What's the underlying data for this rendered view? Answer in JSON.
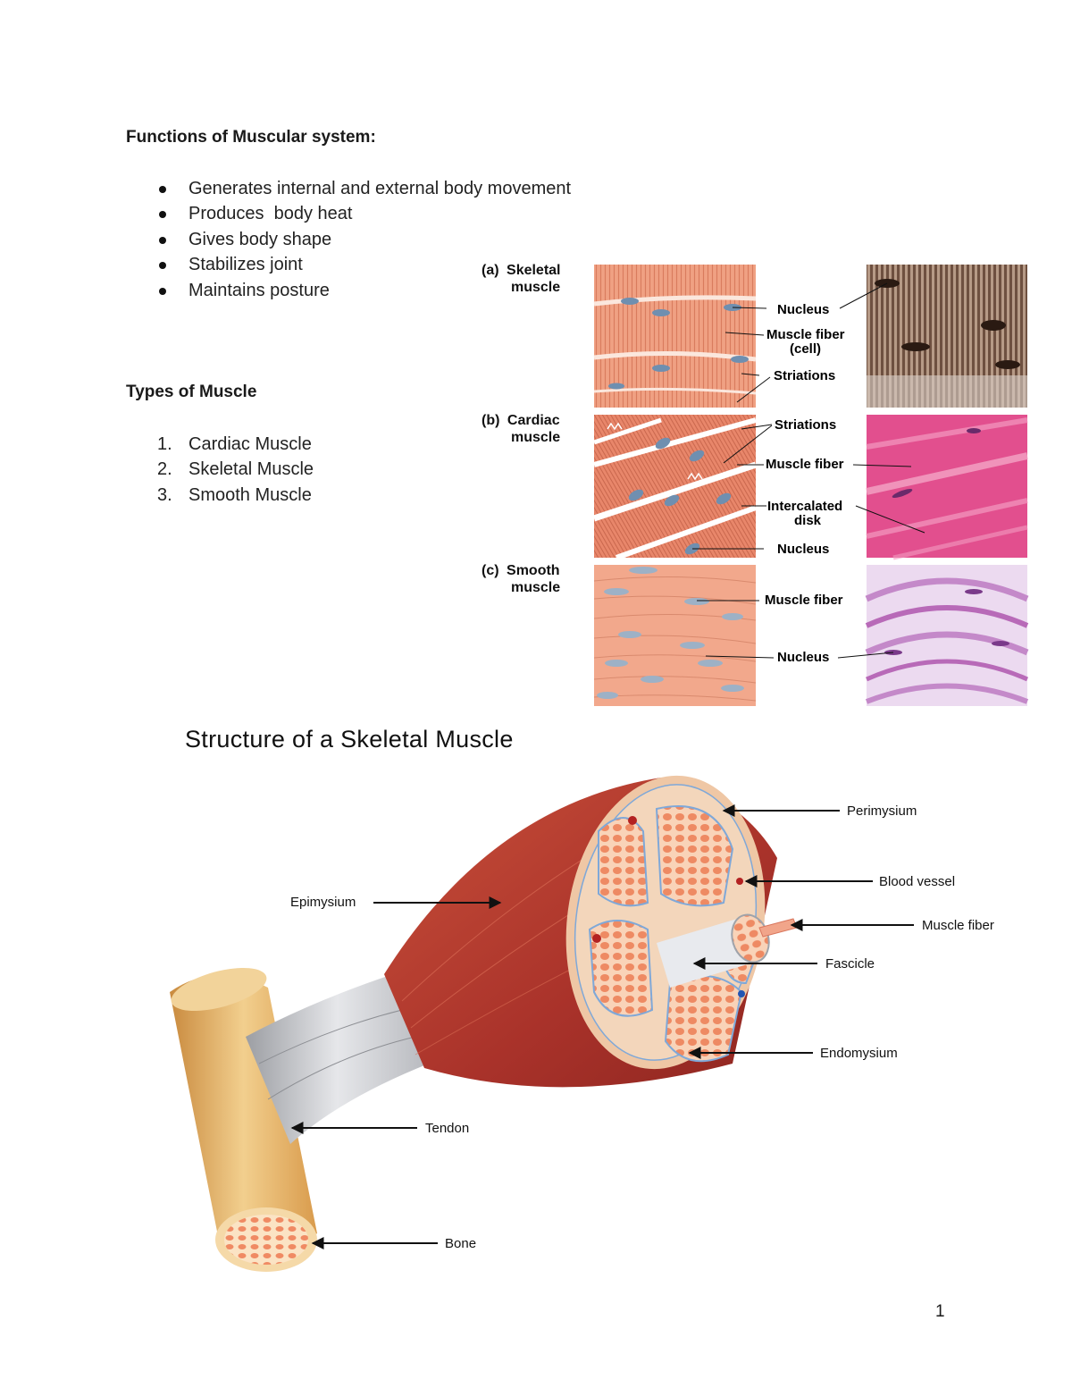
{
  "functions": {
    "heading": "Functions of Muscular system:",
    "items": [
      "Generates internal and external body movement",
      "Produces  body heat",
      "Gives body shape",
      "Stabilizes joint",
      "Maintains posture"
    ]
  },
  "types": {
    "heading": "Types of Muscle",
    "items": [
      {
        "num": "1.",
        "text": "Cardiac Muscle"
      },
      {
        "num": "2.",
        "text": "Skeletal Muscle"
      },
      {
        "num": "3.",
        "text": "Smooth Muscle"
      }
    ]
  },
  "muscle_panels": {
    "a": {
      "letter": "(a)",
      "line1": "Skeletal",
      "line2": "muscle",
      "labels": [
        "Nucleus",
        "Muscle fiber",
        "(cell)",
        "Striations"
      ]
    },
    "b": {
      "letter": "(b)",
      "line1": "Cardiac",
      "line2": "muscle",
      "labels": [
        "Striations",
        "Muscle fiber",
        "Intercalated",
        "disk",
        "Nucleus"
      ]
    },
    "c": {
      "letter": "(c)",
      "line1": "Smooth",
      "line2": "muscle",
      "labels": [
        "Muscle fiber",
        "Nucleus"
      ]
    }
  },
  "structure": {
    "title": "Structure of a Skeletal Muscle",
    "labels": {
      "perimysium": "Perimysium",
      "blood_vessel": "Blood vessel",
      "epimysium": "Epimysium",
      "muscle_fiber": "Muscle fiber",
      "fascicle": "Fascicle",
      "endomysium": "Endomysium",
      "tendon": "Tendon",
      "bone": "Bone"
    }
  },
  "page_number": "1",
  "colors": {
    "skeletal_fill": "#f0a183",
    "cardiac_fill": "#e8866a",
    "smooth_fill": "#f2a88c",
    "nucleus_blue": "#6f8fb0",
    "stain_pink": "#e24f8e",
    "stain_purple": "#b86ab8",
    "micro_brown": "#6e5040",
    "muscle_red": "#b8392a",
    "bone_tan": "#e3b36c"
  }
}
